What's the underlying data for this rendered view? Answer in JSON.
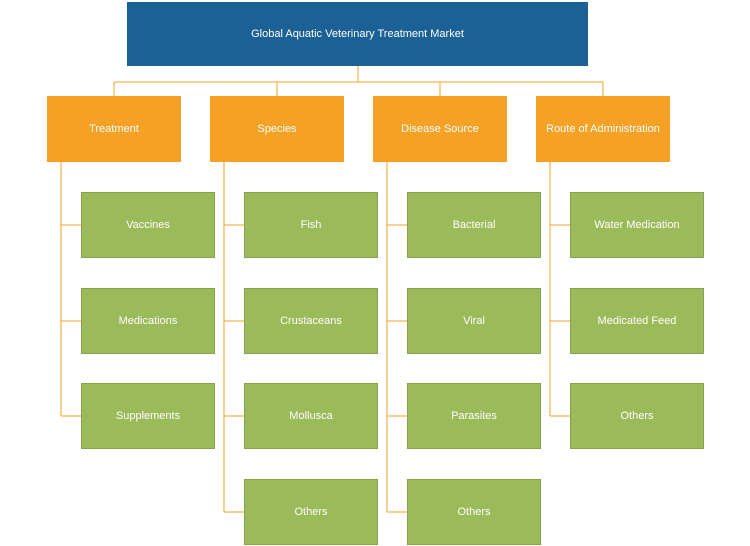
{
  "root": {
    "label": "Global Aquatic Veterinary Treatment Market"
  },
  "categories": [
    {
      "label": "Treatment",
      "items": [
        "Vaccines",
        "Medications",
        "Supplements"
      ]
    },
    {
      "label": "Species",
      "items": [
        "Fish",
        "Crustaceans",
        "Mollusca",
        "Others"
      ]
    },
    {
      "label": "Disease Source",
      "items": [
        "Bacterial",
        "Viral",
        "Parasites",
        "Others"
      ]
    },
    {
      "label": "Route of Administration",
      "items": [
        "Water Medication",
        "Medicated Feed",
        "Others"
      ]
    }
  ],
  "colors": {
    "root": "#1b6195",
    "category": "#f4a125",
    "leaf": "#9bba59",
    "connector": "#f4a125"
  }
}
